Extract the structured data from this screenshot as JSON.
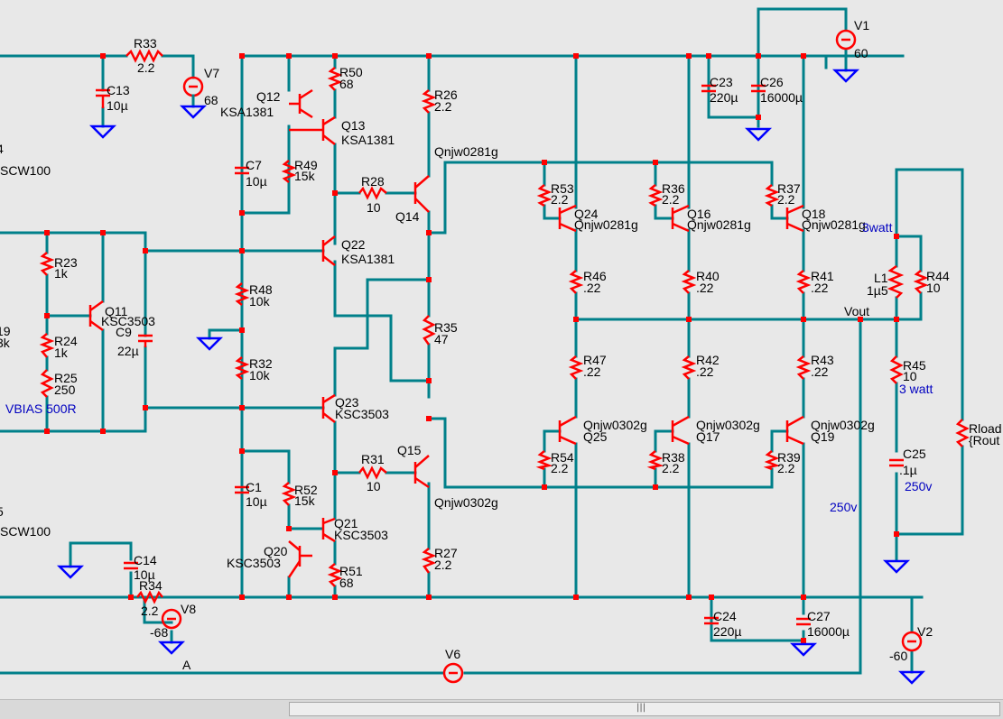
{
  "labels": {
    "R33": "R33",
    "R33v": "2.2",
    "C13": "C13",
    "C13v": "10µ",
    "V7": "V7",
    "V7v": "68",
    "Q4f": "4",
    "Q4p": "SCW100",
    "Q12": "Q12",
    "Q12p": "KSA1381",
    "R50": "R50",
    "R50v": "68",
    "Q13": "Q13",
    "Q13p": "KSA1381",
    "C7": "C7",
    "C7v": "10µ",
    "R49": "R49",
    "R49v": "15k",
    "R28": "R28",
    "R28v": "10",
    "Q14": "Q14",
    "R26": "R26",
    "R26v": "2.2",
    "Qtop": "Qnjw0281g",
    "R23": "R23",
    "R23v": "1k",
    "Q11": "Q11",
    "Q11p": "KSC3503",
    "C9": "C9",
    "C9v": "22µ",
    "Q19f": "19",
    "Q19fv": "3k",
    "R24": "R24",
    "R24v": "1k",
    "R25": "R25",
    "R25v": "250",
    "VBIAS": "VBIAS 500R",
    "Q22": "Q22",
    "Q22p": "KSA1381",
    "R48": "R48",
    "R48v": "10k",
    "R32": "R32",
    "R32v": "10k",
    "R35": "R35",
    "R35v": "47",
    "Q23": "Q23",
    "Q23p": "KSC3503",
    "R31": "R31",
    "R31v": "10",
    "Q15": "Q15",
    "Q15p": "Qnjw0302g",
    "C1": "C1",
    "C1v": "10µ",
    "R52": "R52",
    "R52v": "15k",
    "Q21": "Q21",
    "Q21p": "KSC3503",
    "Q20": "Q20",
    "Q20p": "KSC3503",
    "R51": "R51",
    "R51v": "68",
    "R27": "R27",
    "R27v": "2.2",
    "Q5f": "5",
    "Q5p": "SCW100",
    "C14": "C14",
    "C14v": "10µ",
    "R34": "R34",
    "R34v": "2.2",
    "V8": "V8",
    "V8v": "-68",
    "A": "A",
    "V6": "V6",
    "R53": "R53",
    "R53v": "2.2",
    "Q24": "Q24",
    "Q24p": "Qnjw0281g",
    "R36": "R36",
    "R36v": "2.2",
    "Q16": "Q16",
    "Q16p": "Qnjw0281g",
    "R37": "R37",
    "R37v": "2.2",
    "Q18": "Q18",
    "Q18p": "Qnjw0281g",
    "R46": "R46",
    "R46v": ".22",
    "R40": "R40",
    "R40v": ".22",
    "R41": "R41",
    "R41v": ".22",
    "R47": "R47",
    "R47v": ".22",
    "R42": "R42",
    "R42v": ".22",
    "R43": "R43",
    "R43v": ".22",
    "Q25p": "Qnjw0302g",
    "Q25": "Q25",
    "Q17p": "Qnjw0302g",
    "Q17": "Q17",
    "Q19p": "Qnjw0302g",
    "Q19": "Q19",
    "R54": "R54",
    "R54v": "2.2",
    "R38": "R38",
    "R38v": "2.2",
    "R39": "R39",
    "R39v": "2.2",
    "C23": "C23",
    "C23v": "220µ",
    "C26": "C26",
    "C26v": "16000µ",
    "V1": "V1",
    "V1v": "60",
    "C24": "C24",
    "C24v": "220µ",
    "C27": "C27",
    "C27v": "16000µ",
    "V2": "V2",
    "V2v": "-60",
    "L1": "L1",
    "L1v": "1µ5",
    "R44": "R44",
    "R44v": "10",
    "Vout": "Vout",
    "R45": "R45",
    "R45v": "10",
    "C25": "C25",
    "C25v": ".1µ",
    "Rload": "Rload",
    "Rloadv": "{Rout",
    "note_3watt_a": "3watt",
    "note_3watt_b": "3 watt",
    "note_250v_a": "250v",
    "note_250v_b": "250v"
  },
  "scrollbar": {
    "grip": "|||"
  }
}
